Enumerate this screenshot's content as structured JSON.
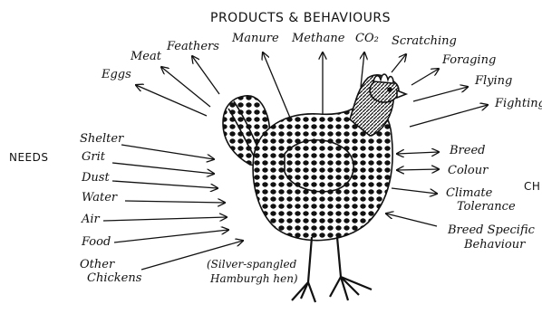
{
  "header": {
    "title": "PRODUCTS & BEHAVIOURS"
  },
  "products": [
    "Eggs",
    "Meat",
    "Feathers",
    "Manure",
    "Methane",
    "CO₂",
    "Scratching",
    "Foraging",
    "Flying",
    "Fighting"
  ],
  "needs_title": "NEEDS",
  "needs": [
    "Shelter",
    "Grit",
    "Dust",
    "Water",
    "Air",
    "Food",
    "Other",
    "Chickens"
  ],
  "characteristics": [
    "Breed",
    "Colour",
    "Climate",
    "Tolerance",
    "Breed Specific",
    "Behaviour"
  ],
  "characteristics_title_partial": "CH",
  "caption": {
    "line1": "(Silver-spangled",
    "line2": "Hamburgh hen)"
  },
  "colors": {
    "ink": "#111111",
    "background": "#ffffff"
  }
}
